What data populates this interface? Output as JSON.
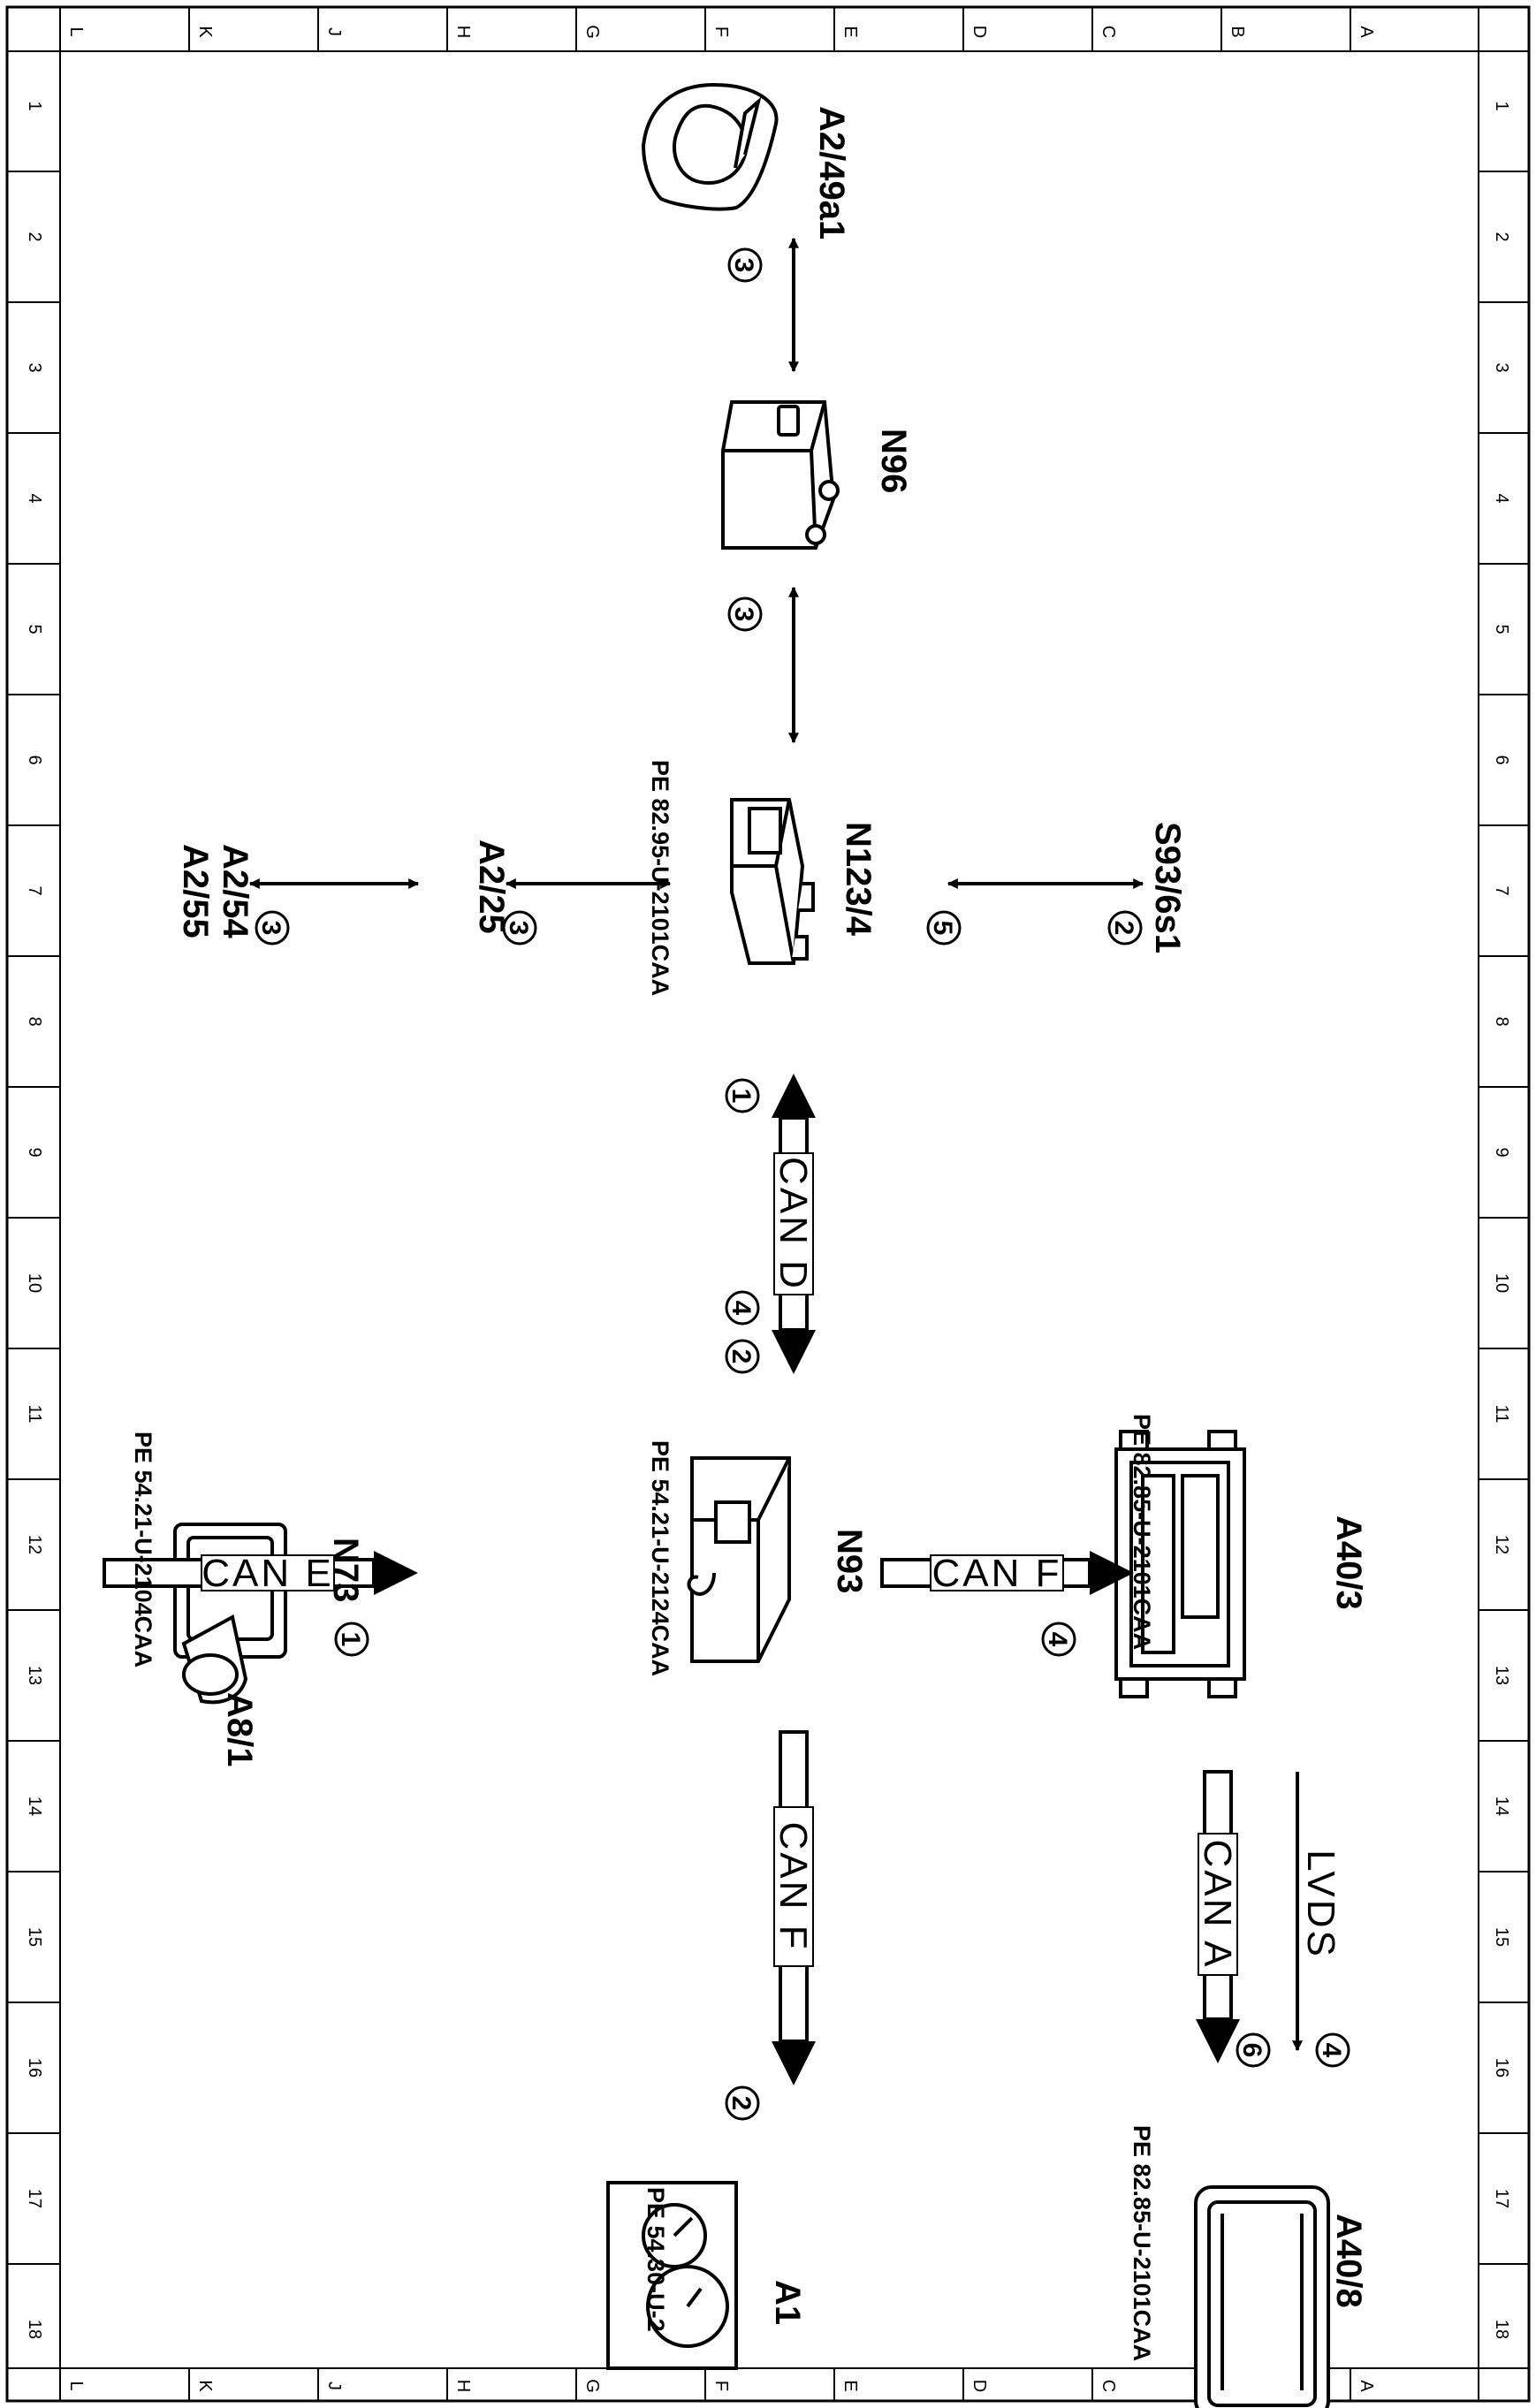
{
  "grid": {
    "cols": [
      "L",
      "K",
      "J",
      "H",
      "G",
      "F",
      "E",
      "D",
      "C",
      "B",
      "A"
    ],
    "rows": [
      "1",
      "2",
      "3",
      "4",
      "5",
      "6",
      "7",
      "8",
      "9",
      "10",
      "11",
      "12",
      "13",
      "14",
      "15",
      "16",
      "17",
      "18"
    ]
  },
  "components": {
    "a2_49a1": "A2/49a1",
    "n96": "N96",
    "n123_4": "N123/4",
    "a2_25": "A2/25",
    "a2_54": "A2/54",
    "a2_55": "A2/55",
    "s93_6s1": "S93/6s1",
    "n93": "N93",
    "n73": "N73",
    "a8_1": "A8/1",
    "a40_3": "A40/3",
    "a40_8": "A40/8",
    "a1": "A1"
  },
  "refs": {
    "n123_4": "PE 82.95-U-2101CAA",
    "n93": "PE 54.21-U-2124CAA",
    "a8_1": "PE 54.21-U-2104CAA",
    "a40_3": "PE 82.85-U-2101CAA",
    "a40_8": "PE 82.85-U-2101CAA",
    "a1": "PE 54.30-U-2"
  },
  "buses": {
    "can_d": "CAN D",
    "can_e": "CAN E",
    "can_f_right": "CAN F",
    "can_f_down": "CAN F",
    "can_a": "CAN A",
    "lvds": "LVDS"
  },
  "markers": {
    "m_a2_49a1_n96": "3",
    "m_n96_n123": "3",
    "m_n123_a225": "3",
    "m_a225_a254": "3",
    "m_n123_s93_a": "5",
    "m_n123_s93_b": "2",
    "m_cand_1": "1",
    "m_cand_4": "4",
    "m_cand_2": "2",
    "m_cane": "1",
    "m_canf_right": "4",
    "m_canf_down": "2",
    "m_lvds": "4",
    "m_cana": "6"
  }
}
